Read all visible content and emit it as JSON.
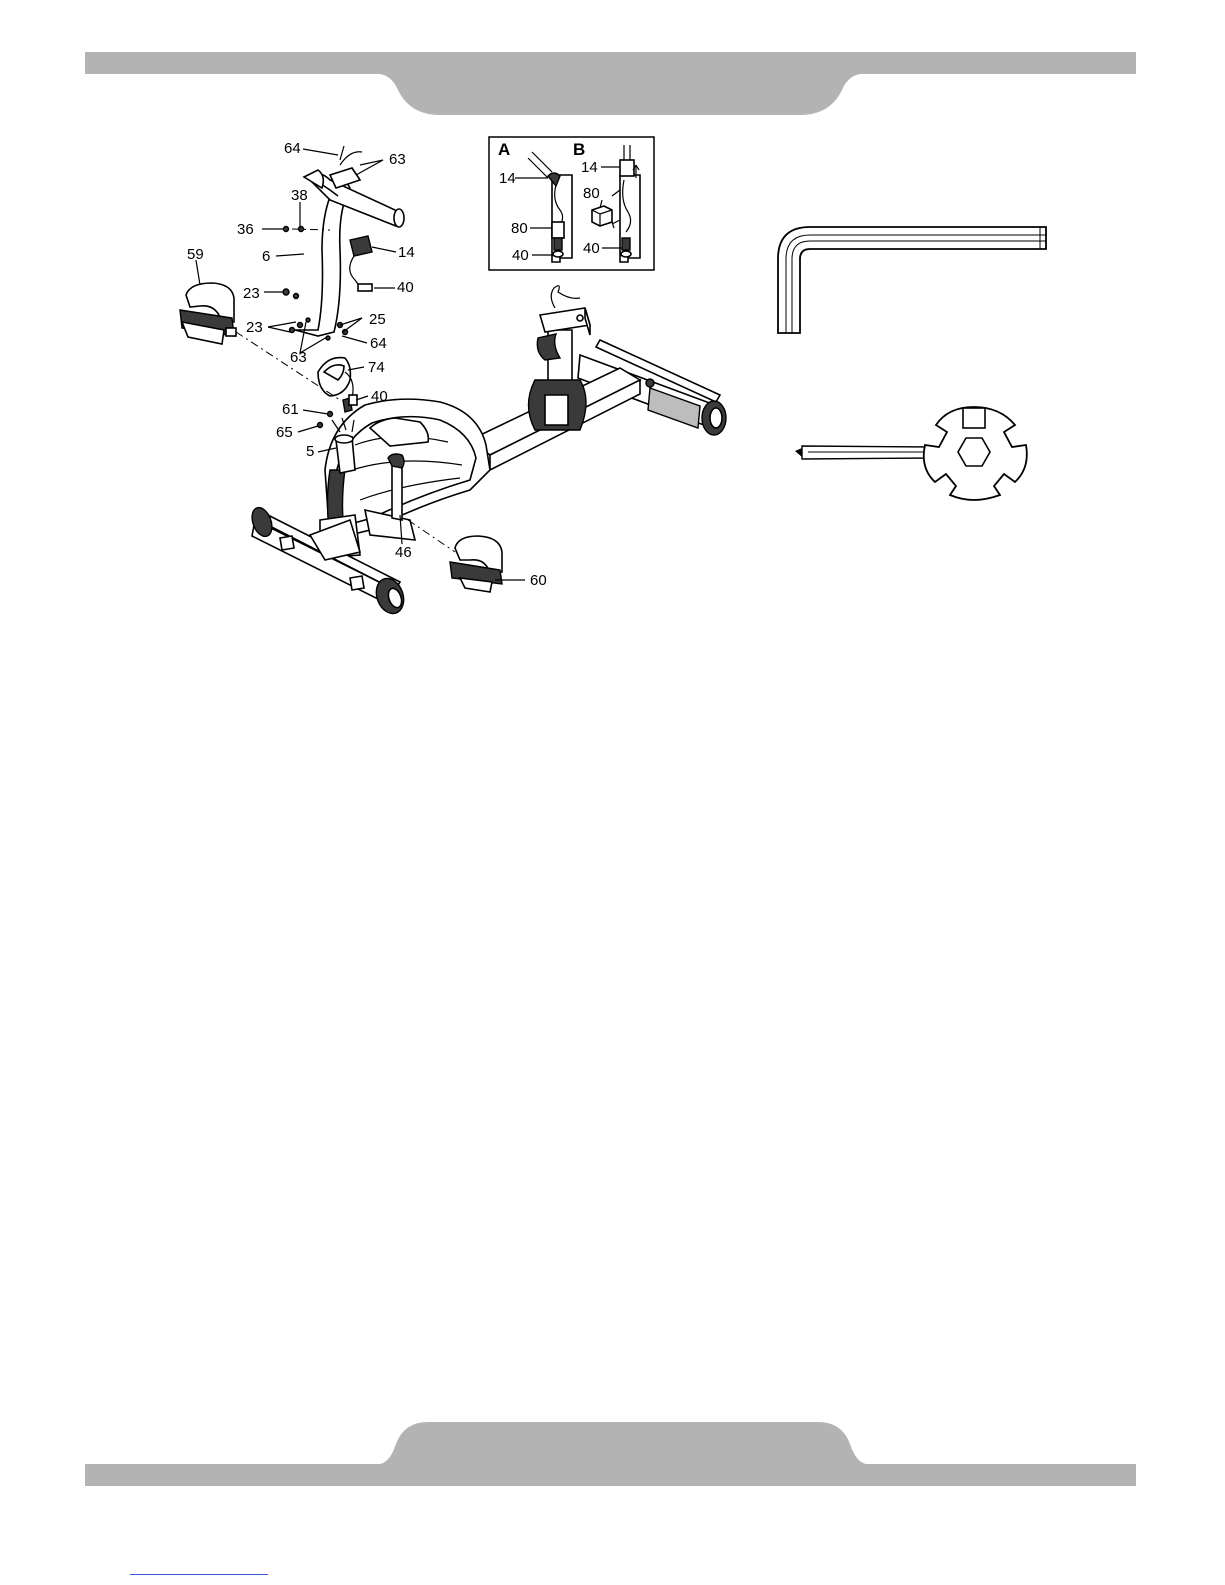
{
  "header_band": {
    "color": "#b3b3b3"
  },
  "footer_band": {
    "color": "#b3b3b3"
  },
  "callouts": {
    "c64_top": "64",
    "c63_top": "63",
    "c38": "38",
    "c36": "36",
    "c6": "6",
    "c14": "14",
    "c59": "59",
    "c23_a": "23",
    "c40_a": "40",
    "c23_b": "23",
    "c25": "25",
    "c63_mid": "63",
    "c64_mid": "64",
    "c74": "74",
    "c40_b": "40",
    "c61": "61",
    "c65": "65",
    "c5": "5",
    "c46": "46",
    "c60": "60"
  },
  "inset": {
    "label_a": "A",
    "label_b": "B",
    "a_14": "14",
    "a_80": "80",
    "a_40": "40",
    "b_14": "14",
    "b_80": "80",
    "b_40": "40"
  },
  "tools": {
    "allen_key": "allen-key-icon",
    "multi_wrench": "multi-wrench-screwdriver-icon"
  }
}
